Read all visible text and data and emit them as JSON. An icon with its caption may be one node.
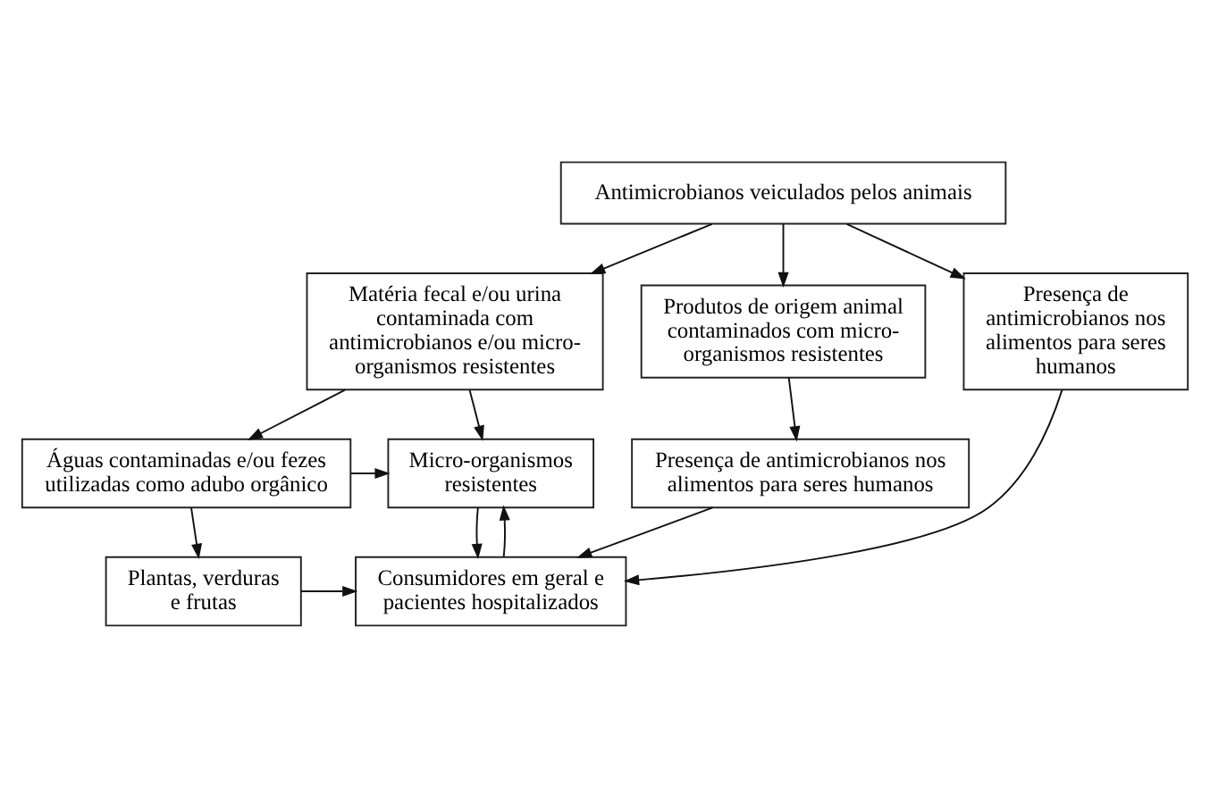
{
  "diagram": {
    "nodes": [
      {
        "text": [
          "Antimicrobianos veiculados pelos animais"
        ]
      },
      {
        "text": [
          "Matéria fecal e/ou urina contaminada com antimicrobianos e/ou micro-organismos resistentes"
        ]
      },
      {
        "text": [
          "Produtos de origem animal contaminados com micro-organismos resistentes"
        ]
      },
      {
        "text": [
          "Presença de antimicrobianos nos alimentos para seres humanos"
        ]
      },
      {
        "text": [
          "Águas contaminadas e/ou fezes utilizadas como adubo orgânico"
        ]
      },
      {
        "text": [
          "Micro-organismos resistentes"
        ]
      },
      {
        "text": [
          "Plantas, verduras e frutas"
        ]
      },
      {
        "text": [
          "Consumidores em geral e pacientes hospitalizados"
        ]
      },
      {
        "text": [
          "Presença de antimicrobianos nos alimentos para seres humanos"
        ]
      }
    ],
    "edges": [
      {
        "from": 0,
        "to": 1,
        "arrow": "to"
      },
      {
        "from": 0,
        "to": 2,
        "arrow": "to"
      },
      {
        "from": 0,
        "to": 3,
        "arrow": "to"
      },
      {
        "from": 1,
        "to": 4,
        "arrow": "to"
      },
      {
        "from": 1,
        "to": 5,
        "arrow": "to"
      },
      {
        "from": 4,
        "to": 5,
        "arrow": "to"
      },
      {
        "from": 4,
        "to": 6,
        "arrow": "to"
      },
      {
        "from": 6,
        "to": 7,
        "arrow": "to"
      },
      {
        "from": 2,
        "to": 8,
        "arrow": "to"
      },
      {
        "from": 3,
        "to": 7,
        "arrow": "to"
      },
      {
        "from": 5,
        "to": 7,
        "arrow": "to"
      },
      {
        "from": 7,
        "to": 5,
        "arrow": "to"
      },
      {
        "from": 8,
        "to": 7,
        "arrow": "to"
      }
    ]
  }
}
